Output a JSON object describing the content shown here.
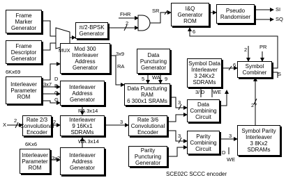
{
  "blocks": {
    "frame_marker": "Frame\nMarker\nGenerator",
    "frame_descriptor": "Frame\nDescriptor\nGenerator",
    "bpsk": "π/2-BPSK\nGenerator",
    "iq_rom": "I&Q\nGenerator\nROM",
    "pseudo": "Pseudo\nRandomiser",
    "mod300": "Mod 300\nInterleaver\nAddress\nGenerator",
    "punct_gen": "Data\nPuncturing\nGenerator",
    "punct_ram": "Data Puncturing\nRAM\n6 300x1 SRAMs",
    "sym_data_intl": "Symbol Data\nInterleaver\n3 24Kx2\nSDRAMs",
    "sym_combiner": "Symbol\nCombiner",
    "intl_param_rom_top": "Interleaver\nParameter\nROM",
    "intl_addr_gen_top": "Interleaver\nAddress\nGenerator",
    "data_combining": "Data\nCombining\nCircuit",
    "conv_23": "Rate 2/3\nConvolutional\nEncoder",
    "intl_9": "Interleaver\n9 16Kx1\nSDRAMs",
    "conv_36": "Rate 3/6\nConvolutional\nEncoder",
    "parity_combining": "Parity\nCombining\nCircuit",
    "sym_parity_intl": "Symbol Parity\nInterleaver\n3 8Kx2\nSDRAMs",
    "parity_punct_gen": "Parity\nPuncturing\nGenerator",
    "intl_param_rom_bot": "Interleaver\nParameter\nROM",
    "intl_addr_gen_bot": "Interleaver\nAddress\nGenerator"
  },
  "labels": {
    "mux": "MUX",
    "fhr": "FHR",
    "sr": "SR",
    "si": "SI",
    "sq": "SQ",
    "pr": "PR",
    "s": "S",
    "x": "X",
    "ra": "RA",
    "wa": "WA",
    "d": "D",
    "b": "B",
    "c": "C",
    "g": "G",
    "we": "WE",
    "ra_x14": "RA 3x14",
    "wa_x14": "WA 3x14",
    "rom_top_size": "6Kx69",
    "rom_bot_size": "6Kx6",
    "w_2": "2",
    "w_3": "3",
    "w_5": "5",
    "w_6": "6",
    "w_9": "9",
    "w_27": "27",
    "w_3x9": "3x9",
    "w_3x7": "3x7",
    "w_3x2": "3x2",
    "w_37": "3/"
  },
  "caption": "SCE02C SCCC encoder"
}
